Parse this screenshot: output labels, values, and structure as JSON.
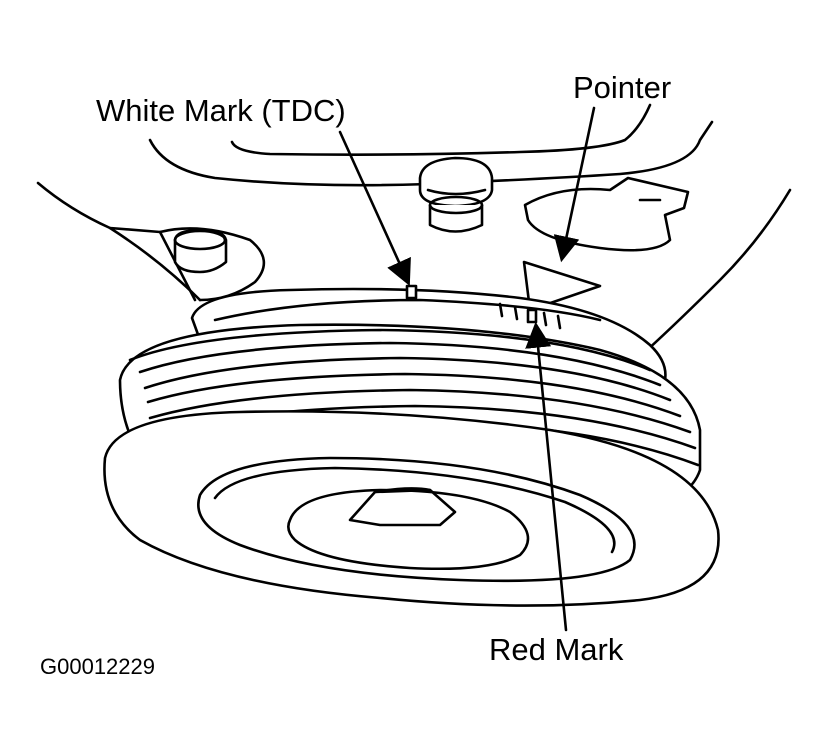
{
  "diagram": {
    "labels": {
      "white_mark": "White Mark  (TDC)",
      "pointer": "Pointer",
      "red_mark": "Red Mark",
      "figure_id": "G00012229"
    },
    "colors": {
      "line": "#000000",
      "background": "#ffffff"
    }
  }
}
